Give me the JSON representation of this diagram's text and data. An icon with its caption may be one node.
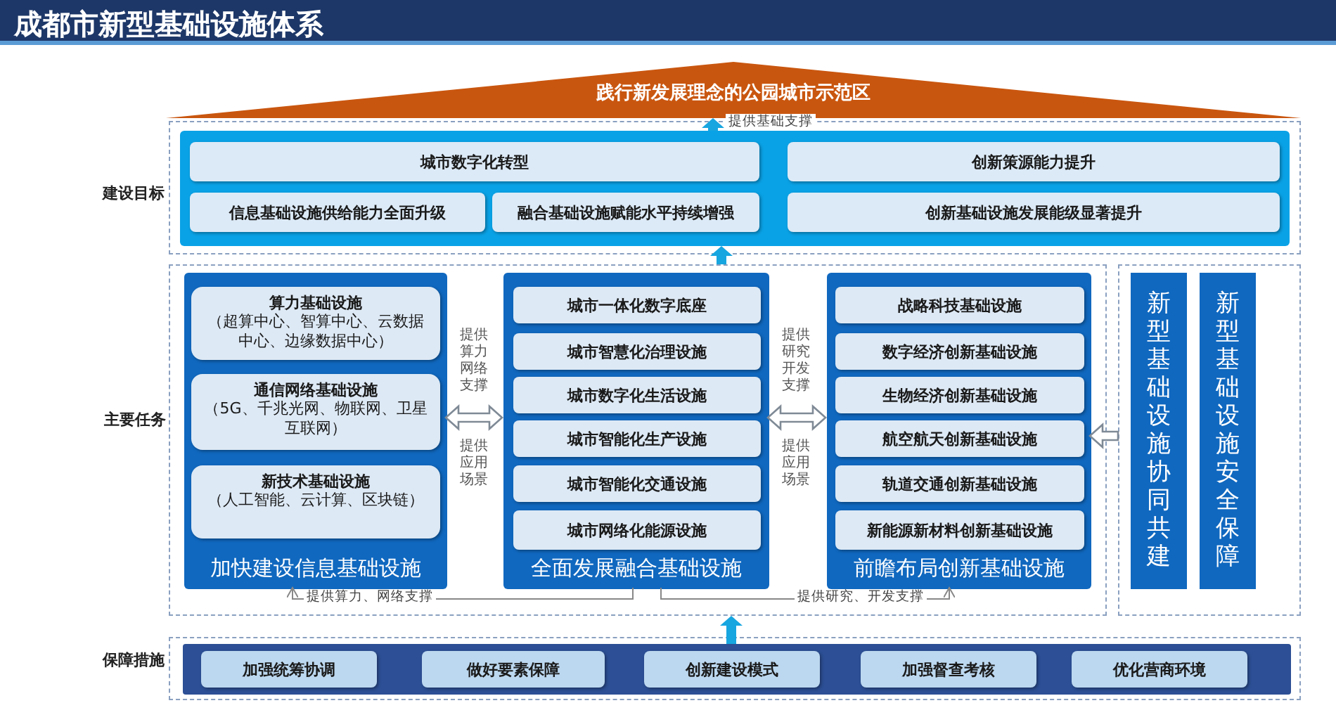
{
  "diagram": {
    "title": "成都市新型基础设施体系",
    "nodes": [
      {
        "text": [
          "践行新发展理念的公园城市示范区"
        ]
      },
      {
        "text": [],
        "shape": "box",
        "beside": [
          "建设目标"
        ]
      },
      {
        "text": [
          "城市数字化转型"
        ],
        "in": 1
      },
      {
        "text": [
          "创新策源能力提升"
        ],
        "in": 1
      },
      {
        "text": [
          "信息基础设施供给能力全面升级"
        ],
        "in": 1
      },
      {
        "text": [
          "融合基础设施赋能水平持续增强"
        ],
        "in": 1
      },
      {
        "text": [
          "创新基础设施发展能级显著提升"
        ],
        "in": 1
      },
      {
        "text": [],
        "shape": "box",
        "beside": [
          "主要任务"
        ]
      },
      {
        "text": [
          "加快建设信息基础设施"
        ],
        "in": 7
      },
      {
        "text": [
          "算力基础设施",
          "（超算中心、智算中心、云数据中心、边缘数据中心）"
        ],
        "in": 8
      },
      {
        "text": [
          "通信网络基础设施",
          "（5G、千兆光网、物联网、卫星互联网）"
        ],
        "in": 8
      },
      {
        "text": [
          "新技术基础设施",
          "（人工智能、云计算、区块链）"
        ],
        "in": 8
      },
      {
        "text": [
          "全面发展融合基础设施"
        ],
        "in": 7
      },
      {
        "text": [
          "城市一体化数字底座"
        ],
        "in": 12
      },
      {
        "text": [
          "城市智慧化治理设施"
        ],
        "in": 12
      },
      {
        "text": [
          "城市数字化生活设施"
        ],
        "in": 12
      },
      {
        "text": [
          "城市智能化生产设施"
        ],
        "in": 12
      },
      {
        "text": [
          "城市智能化交通设施"
        ],
        "in": 12
      },
      {
        "text": [
          "城市网络化能源设施"
        ],
        "in": 12
      },
      {
        "text": [
          "前瞻布局创新基础设施"
        ],
        "in": 7
      },
      {
        "text": [
          "战略科技基础设施"
        ],
        "in": 19
      },
      {
        "text": [
          "数字经济创新基础设施"
        ],
        "in": 19
      },
      {
        "text": [
          "生物经济创新基础设施"
        ],
        "in": 19
      },
      {
        "text": [
          "航空航天创新基础设施"
        ],
        "in": 19
      },
      {
        "text": [
          "轨道交通创新基础设施"
        ],
        "in": 19
      },
      {
        "text": [
          "新能源新材料创新基础设施"
        ],
        "in": 19
      },
      {
        "text": [],
        "shape": "box"
      },
      {
        "text": [
          "新型基础设施协同共建"
        ],
        "in": 26
      },
      {
        "text": [
          "新型基础设施安全保障"
        ],
        "in": 26
      },
      {
        "text": [],
        "shape": "box",
        "beside": [
          "保障措施"
        ]
      },
      {
        "text": [
          "加强统筹协调"
        ],
        "in": 29
      },
      {
        "text": [
          "做好要素保障"
        ],
        "in": 29
      },
      {
        "text": [
          "创新建设模式"
        ],
        "in": 29
      },
      {
        "text": [
          "加强督查考核"
        ],
        "in": 29
      },
      {
        "text": [
          "优化营商环境"
        ],
        "in": 29
      }
    ],
    "edges": [
      {
        "from": 1,
        "to": 0,
        "arrow": "to",
        "label": "提供基础支撑"
      },
      {
        "from": 7,
        "to": 1,
        "arrow": "to"
      },
      {
        "from": 8,
        "to": 12,
        "arrow": "both",
        "label": "提供算力网络支撑"
      },
      {
        "from": 12,
        "to": 19,
        "arrow": "both",
        "label": "提供研究开发支撑"
      },
      {
        "from": 26,
        "to": 19,
        "arrow": "to"
      },
      {
        "from": 12,
        "to": 8,
        "arrow": "to",
        "label": "提供算力、网络支撑"
      },
      {
        "from": 12,
        "to": 19,
        "arrow": "to",
        "label": "提供研究、开发支撑"
      },
      {
        "from": 29,
        "to": 7,
        "arrow": "to"
      }
    ],
    "labels": [
      "提供应用场景",
      "提供应用场景"
    ]
  }
}
